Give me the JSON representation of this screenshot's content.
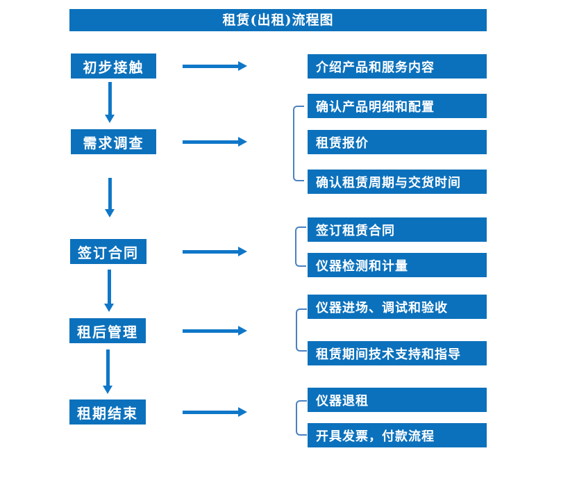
{
  "title": "租赁(出租)流程图",
  "colors": {
    "box_blue": "#0c71bc",
    "arrow_blue": "#0f77c8",
    "bracket_blue": "#4a81c0"
  },
  "stages": [
    {
      "label": "初步接触",
      "details": [
        "介绍产品和服务内容"
      ]
    },
    {
      "label": "需求调查",
      "details": [
        "确认产品明细和配置",
        "租赁报价",
        "确认租赁周期与交货时间"
      ]
    },
    {
      "label": "签订合同",
      "details": [
        "签订租赁合同",
        "仪器检测和计量"
      ]
    },
    {
      "label": "租后管理",
      "details": [
        "仪器进场、调试和验收",
        "租赁期间技术支持和指导"
      ]
    },
    {
      "label": "租期结束",
      "details": [
        "仪器退租",
        "开具发票，付款流程"
      ]
    }
  ]
}
